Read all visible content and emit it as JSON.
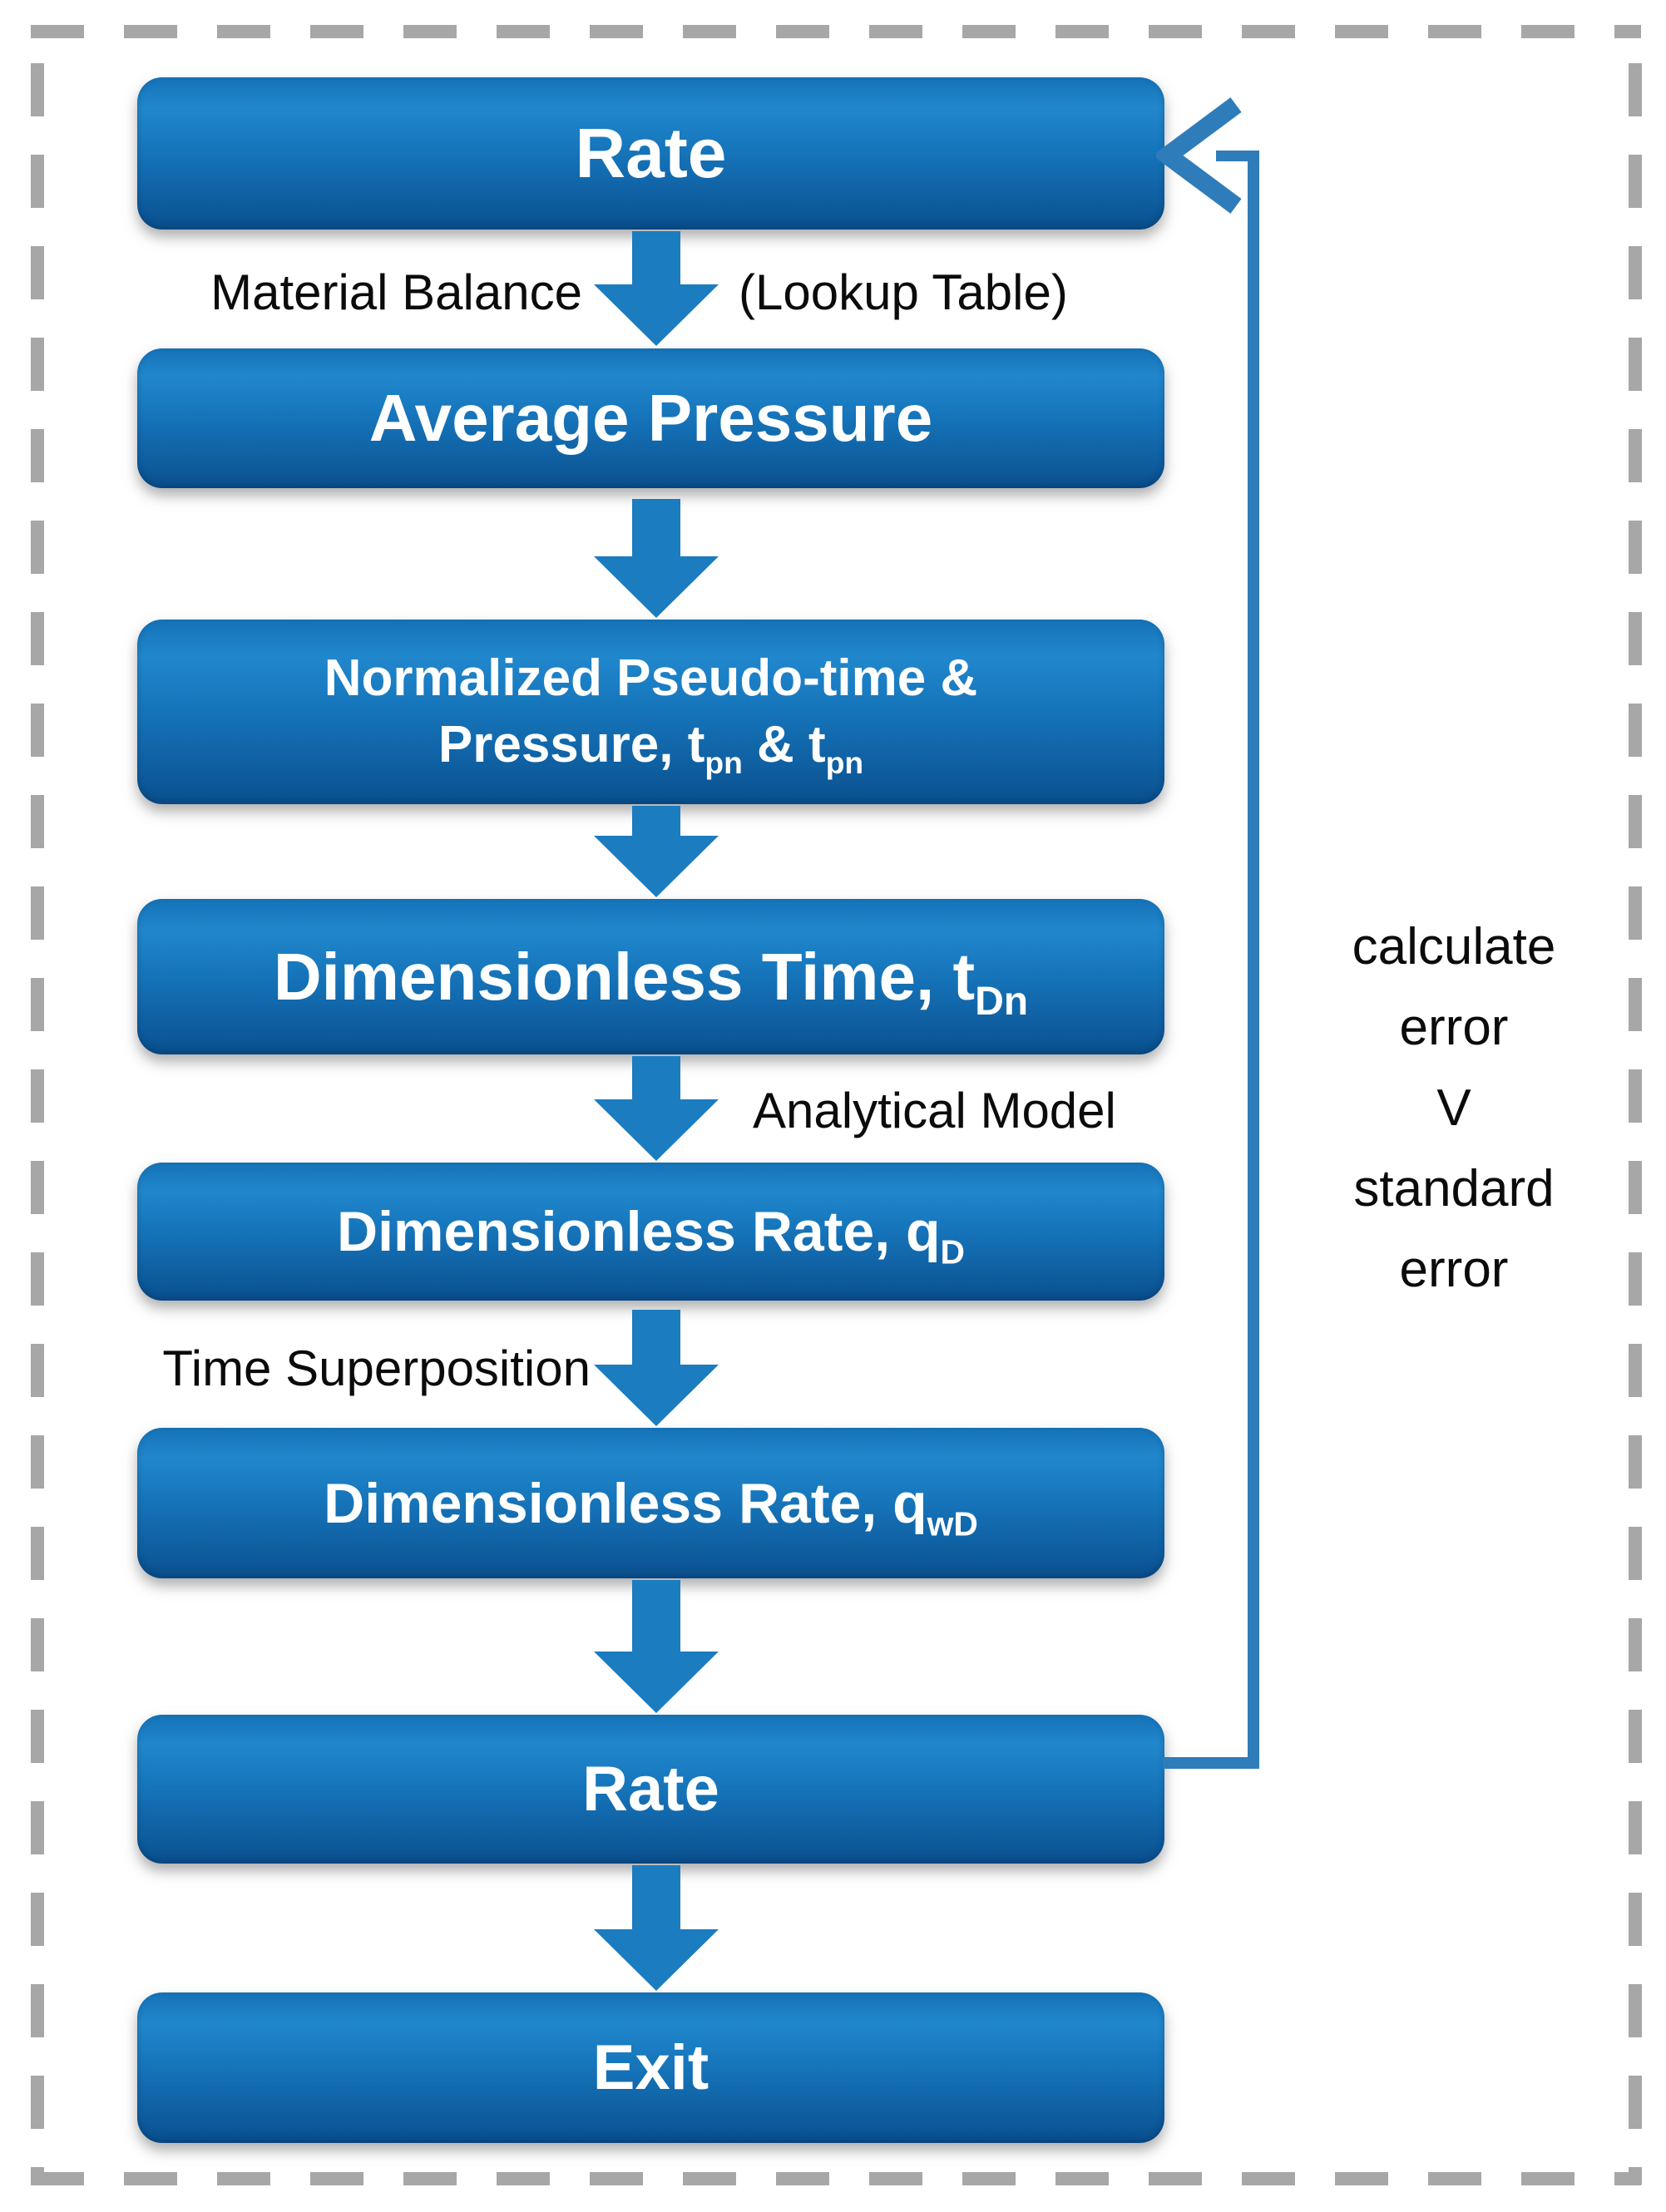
{
  "diagram_title": "rate-iteration-flowchart",
  "colors": {
    "box_blue_top": "#1572b7",
    "box_blue_light": "#2187cc",
    "box_blue_bottom": "#0a508f",
    "arrow_blue": "#1b7cc0",
    "loop_blue": "#2f7cba",
    "border_gray": "#a7a7a7",
    "label_black": "#0b0b0b",
    "box_text_white": "#ffffff"
  },
  "boxes": {
    "rate_top": {
      "label": "Rate"
    },
    "average_pressure": {
      "label": "Average Pressure"
    },
    "normalized": {
      "line1": "Normalized Pseudo-time &",
      "line2_part1": "Pressure, t",
      "line2_sub1": "pn",
      "line2_part2": " & t",
      "line2_sub2": "pn"
    },
    "dimensionless_time": {
      "part1": "Dimensionless Time, t",
      "sub": "Dn"
    },
    "dimensionless_rate_d": {
      "part1": "Dimensionless Rate, q",
      "sub": "D"
    },
    "dimensionless_rate_wd": {
      "part1": "Dimensionless Rate, q",
      "sub": "wD"
    },
    "rate_bottom": {
      "label": "Rate"
    },
    "exit": {
      "label": "Exit"
    }
  },
  "edge_labels": {
    "material_balance": "Material Balance",
    "lookup_table": "(Lookup Table)",
    "analytical_model": "Analytical Model",
    "time_superposition": "Time Superposition"
  },
  "loop_label": {
    "line1": "calculate",
    "line2": "error",
    "line3": "V",
    "line4": "standard",
    "line5": "error"
  }
}
